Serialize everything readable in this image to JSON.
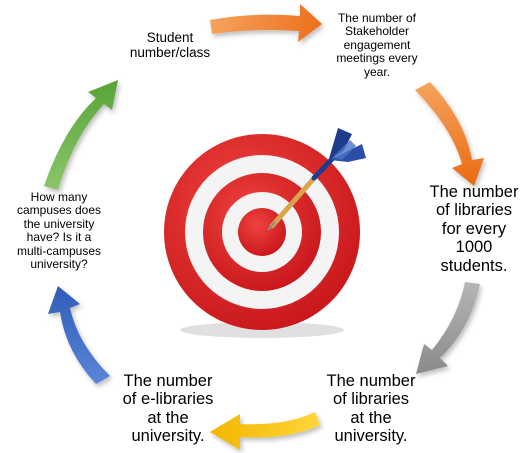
{
  "labels": {
    "student_ratio": "Student\nnumber/class",
    "stakeholder": "The number of\nStakeholder\nengagement\nmeetings every\nyear.",
    "libraries_per_1000": "The number\nof libraries\nfor every\n1000\nstudents.",
    "libraries_total": "The number\nof libraries\nat the\nuniversity.",
    "elibraries": "The number\nof e-libraries\nat the\nuniversity.",
    "campuses": "How many\ncampuses does\nthe university\nhave? Is it a\nmulti-campuses\nuniversity?"
  },
  "colors": {
    "arrow_orange": "#f07f2a",
    "arrow_gray": "#9a9a9a",
    "arrow_yellow": "#f7c400",
    "arrow_blue": "#3f6fc9",
    "arrow_green": "#6ab34a",
    "target_red": "#e32227",
    "target_white": "#f4f4f4",
    "dart_blue": "#1f3c8c"
  },
  "icons": [
    "target-icon",
    "dart-icon"
  ]
}
